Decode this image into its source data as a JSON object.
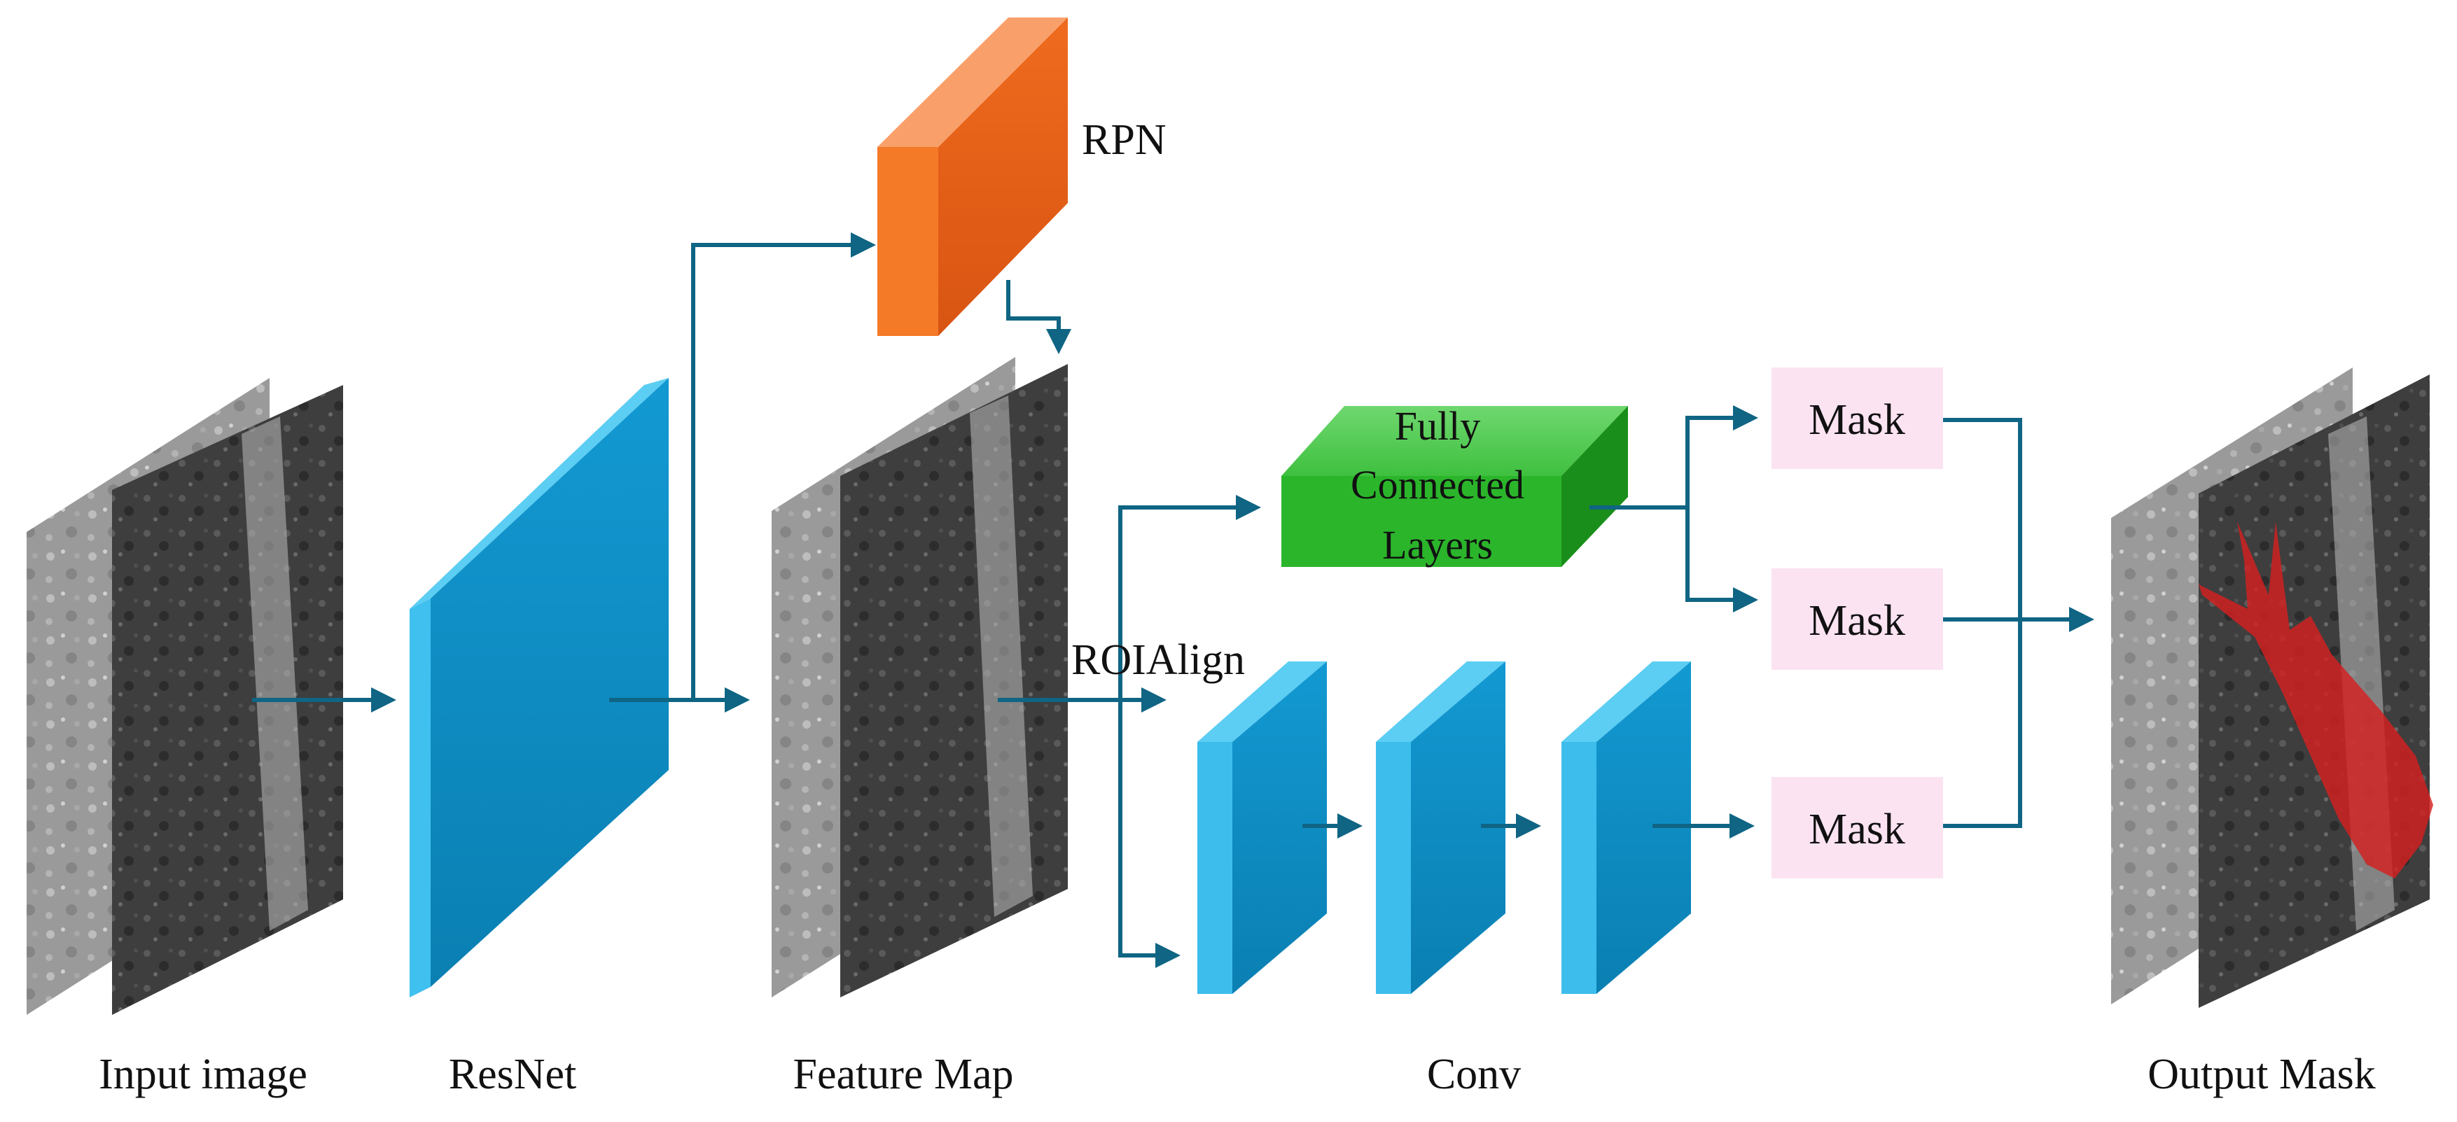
{
  "captions": {
    "input": "Input image",
    "resnet": "ResNet",
    "feature_map": "Feature Map",
    "conv": "Conv",
    "output": "Output Mask"
  },
  "labels": {
    "rpn": "RPN",
    "roialign": "ROIAlign",
    "fc_line1": "Fully",
    "fc_line2": "Connected",
    "fc_line3": "Layers",
    "mask_top": "Mask",
    "mask_mid": "Mask",
    "mask_bot": "Mask"
  },
  "colors": {
    "arrow": "#0f6583",
    "blue_block_front": "#0b8ec6",
    "blue_block_side": "#40c0ee",
    "rpn_orange": "#e8601a",
    "fc_green": "#2bb52b",
    "mask_fill": "#fbe3f2",
    "mask_overlay": "#d42020"
  },
  "icons": {
    "input_image": "grayscale-image-stack-icon",
    "resnet": "3d-block-icon",
    "rpn": "3d-block-icon",
    "feature_map": "grayscale-image-stack-icon",
    "fc": "3d-block-icon",
    "conv": "3d-block-icon",
    "output": "segmented-image-icon"
  }
}
